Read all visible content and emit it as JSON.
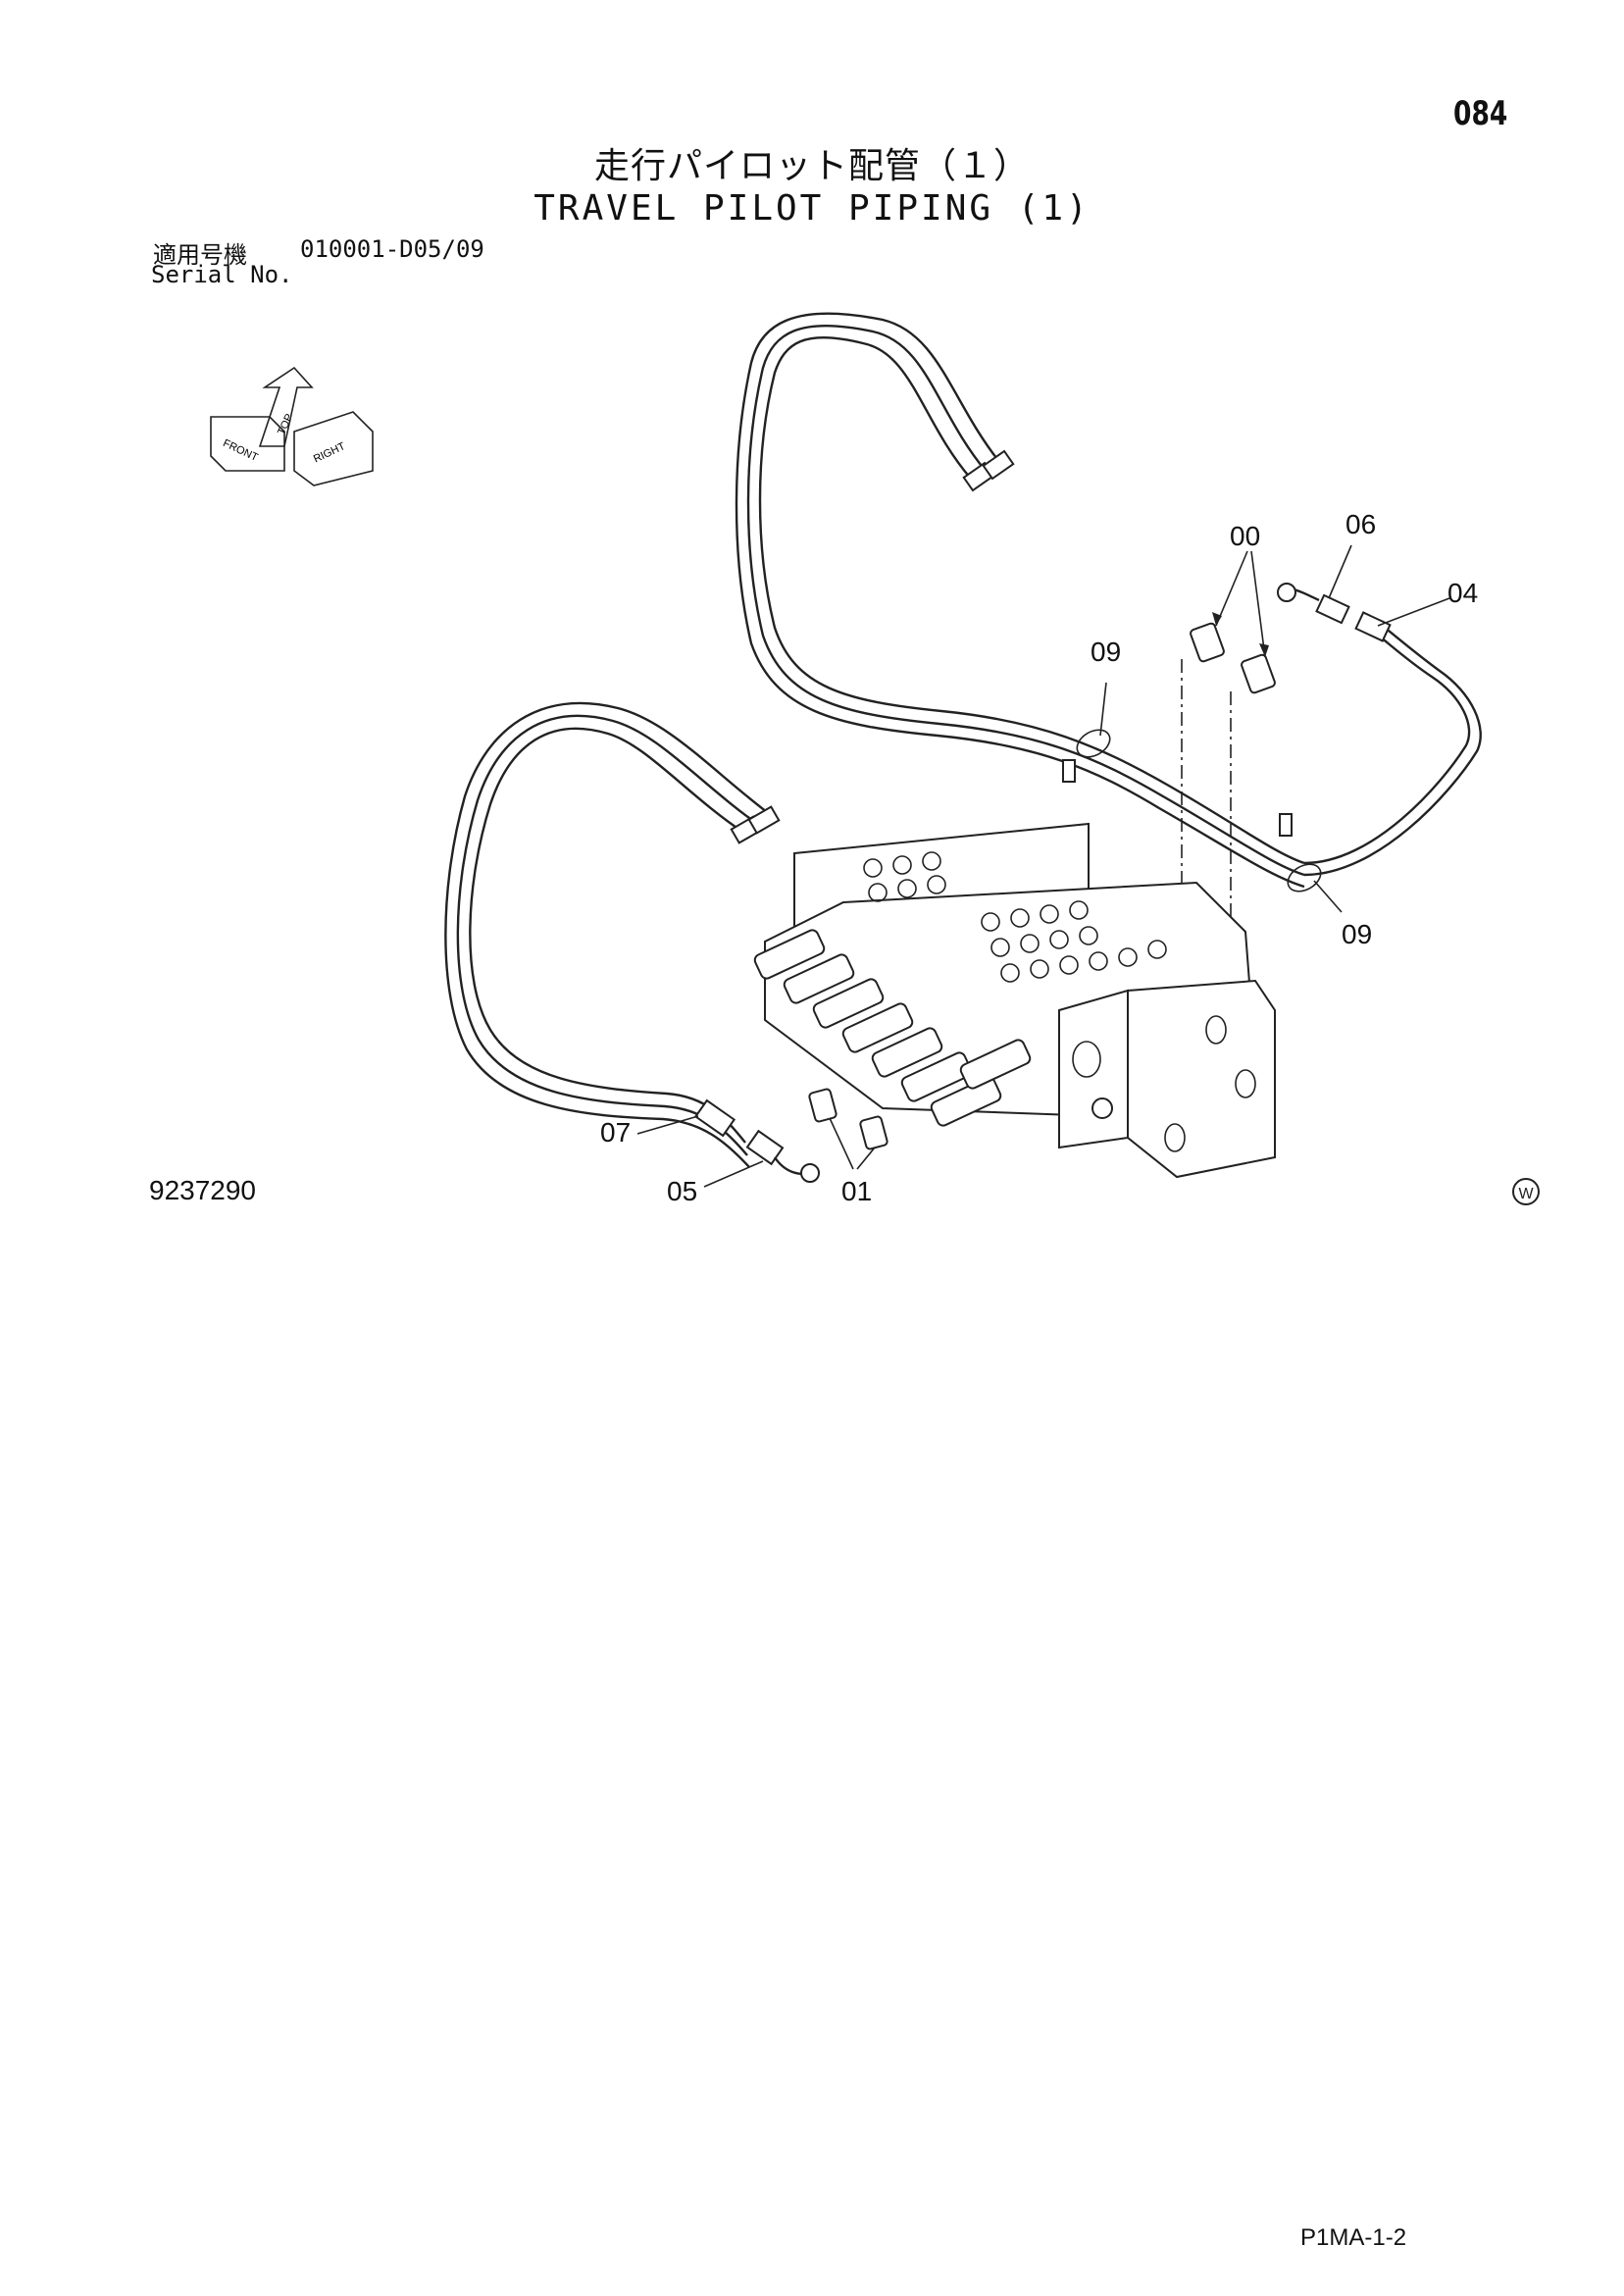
{
  "header": {
    "page_number": "084",
    "title_jp": "走行パイロット配管（１）",
    "title_en": "TRAVEL PILOT PIPING (1)"
  },
  "serial": {
    "label_jp": "適用号機",
    "range": "010001-D05/09",
    "label_en": "Serial No."
  },
  "orientation_icon": {
    "icon": "orientation-arrows-icon",
    "labels": [
      "FRONT",
      "TOP",
      "RIGHT"
    ]
  },
  "callouts": {
    "c00": "00",
    "c06": "06",
    "c04": "04",
    "c09_upper": "09",
    "c09_lower": "09",
    "c07": "07",
    "c05": "05",
    "c01": "01"
  },
  "footer": {
    "drawing_number": "9237290",
    "mark": "W",
    "code": "P1MA-1-2"
  },
  "colors": {
    "line": "#222222",
    "background": "#ffffff"
  }
}
